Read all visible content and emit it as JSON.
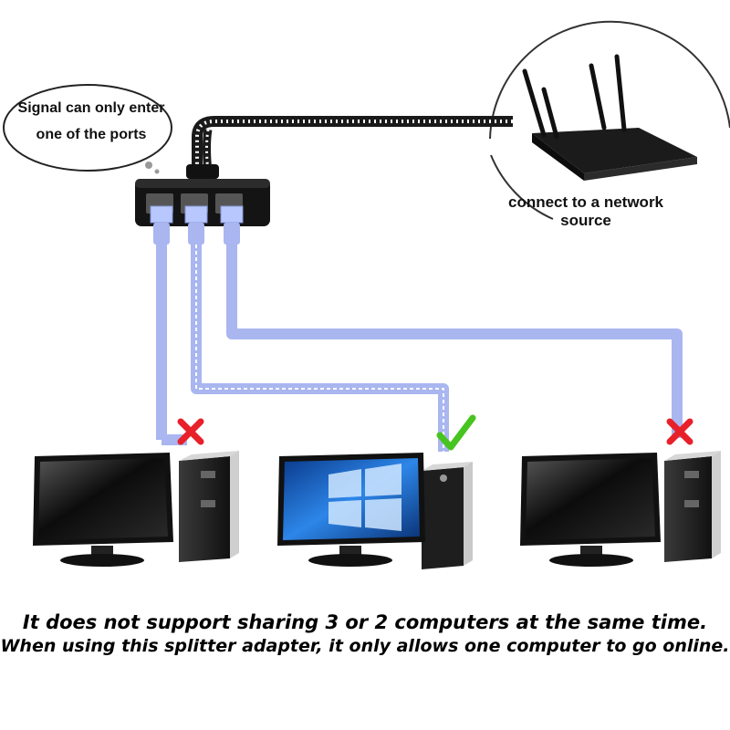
{
  "callout": {
    "text": "Signal can only enter one of the ports"
  },
  "router": {
    "label": "connect to a network source"
  },
  "computers": [
    {
      "position": "left",
      "status": "blocked",
      "status_icon": "red-x-icon"
    },
    {
      "position": "middle",
      "status": "online",
      "status_icon": "green-check-icon"
    },
    {
      "position": "right",
      "status": "blocked",
      "status_icon": "red-x-icon"
    }
  ],
  "caption": {
    "line1": "It does not support sharing 3 or 2 computers at the same time.",
    "line2": "When using this splitter adapter, it only allows one computer to go online."
  },
  "colors": {
    "cable": "#a9b6f0",
    "cable_active_dash": "#ffffff",
    "x_mark": "#e8202a",
    "check_mark": "#47c41f",
    "screen_on": "#1e63c8"
  }
}
